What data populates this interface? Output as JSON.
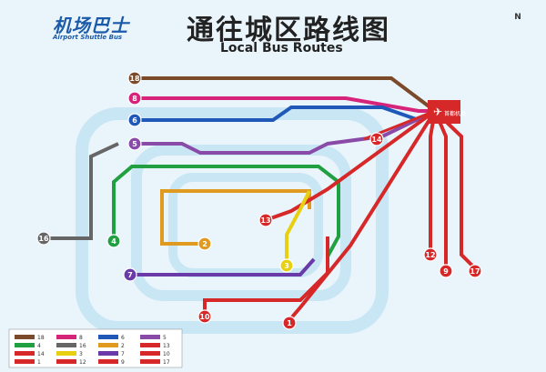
{
  "header": {
    "logo_cn": "机场巴士",
    "logo_en": "Airport Shuttle Bus",
    "title_cn": "通往城区路线图",
    "title_en": "Local Bus Routes",
    "compass": "N"
  },
  "airport_label": "首都机场",
  "routes": [
    {
      "id": "18",
      "color": "#7b4a2a"
    },
    {
      "id": "8",
      "color": "#d6247a"
    },
    {
      "id": "6",
      "color": "#1f58b8"
    },
    {
      "id": "5",
      "color": "#8a4aa8"
    },
    {
      "id": "4",
      "color": "#20a040"
    },
    {
      "id": "16",
      "color": "#666666"
    },
    {
      "id": "2",
      "color": "#e09a20"
    },
    {
      "id": "13",
      "color": "#d62828"
    },
    {
      "id": "14",
      "color": "#d62828"
    },
    {
      "id": "3",
      "color": "#e8d010"
    },
    {
      "id": "7",
      "color": "#6a3aa8"
    },
    {
      "id": "10",
      "color": "#d62828"
    },
    {
      "id": "1",
      "color": "#d62828"
    },
    {
      "id": "12",
      "color": "#d62828"
    },
    {
      "id": "9",
      "color": "#d62828"
    },
    {
      "id": "17",
      "color": "#d62828"
    }
  ],
  "colors": {
    "background": "#e9f4fb",
    "ring": "#b8dff2",
    "airport": "#d62828"
  }
}
